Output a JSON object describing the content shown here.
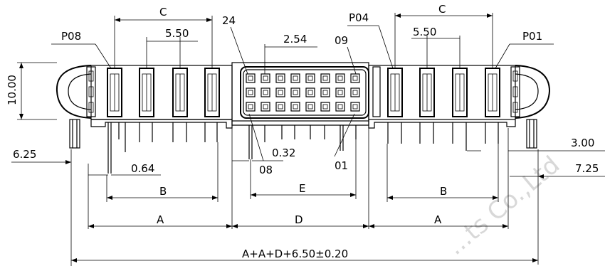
{
  "dims": {
    "c_left": "C",
    "c_right": "C",
    "pitch_left": "5.50",
    "pitch_right": "5.50",
    "pitch_center": "2.54",
    "height": "10.00",
    "offset_left": "6.25",
    "pin_width": "0.64",
    "pin_offset": "0.32",
    "offset_right_1": "3.00",
    "offset_right_2": "7.25",
    "b_left": "B",
    "b_right": "B",
    "e_center": "E",
    "a_left": "A",
    "a_right": "A",
    "d_center": "D",
    "total": "A+A+D+6.50±0.20"
  },
  "labels": {
    "p08": "P08",
    "p04": "P04",
    "p01": "P01",
    "n24": "24",
    "n09": "09",
    "n08": "08",
    "n01": "01"
  },
  "watermark": "...ts Co.,Ltd"
}
